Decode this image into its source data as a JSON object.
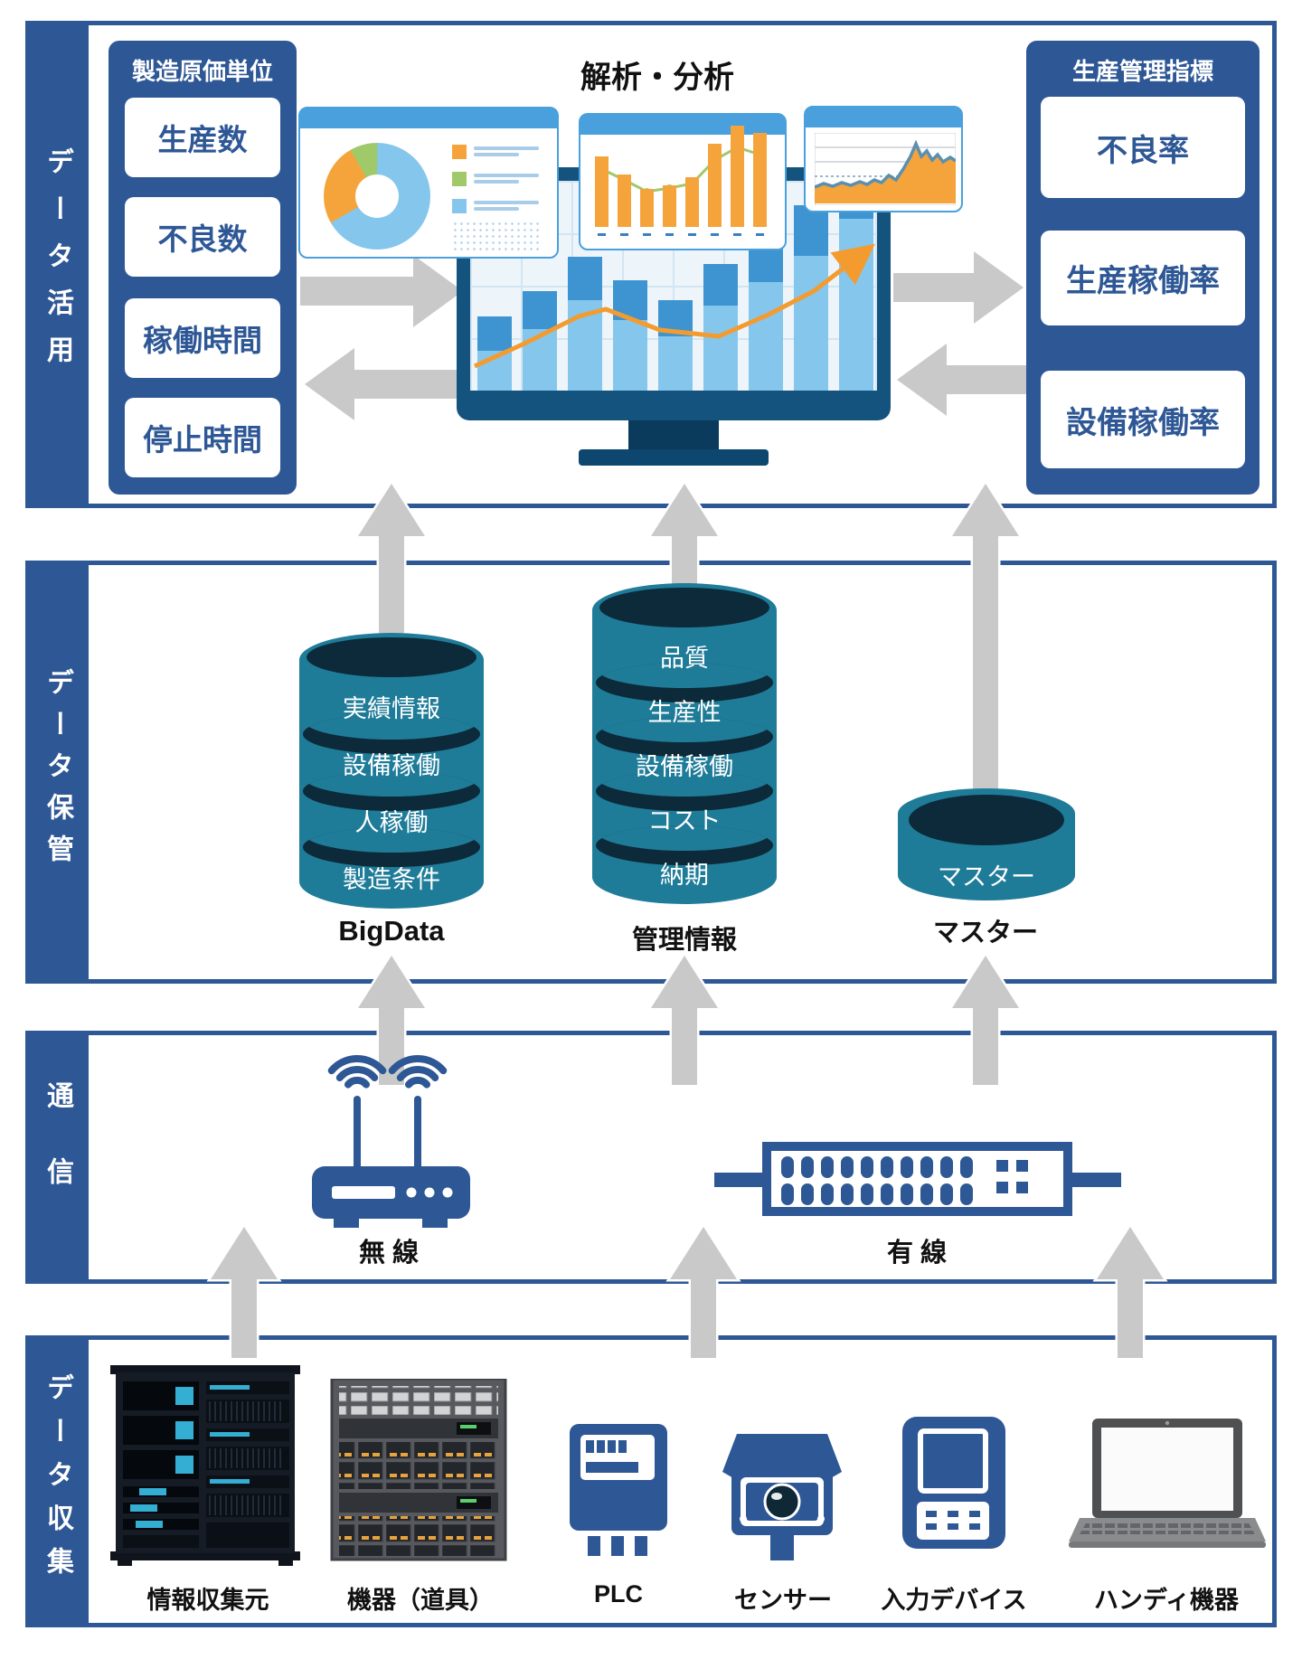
{
  "colors": {
    "panel_blue": "#2e5795",
    "cylinder_teal": "#1f7c99",
    "cylinder_dark": "#0c2a39",
    "arrow_gray": "#c9c9c9",
    "orange": "#f5a43c",
    "green": "#a0c96a",
    "light_blue": "#85c6ec",
    "mid_blue": "#3d94d1",
    "card_header": "#4aa0dc"
  },
  "utilization": {
    "side_label": "データ活用",
    "analysis_title": "解析・分析",
    "cost_panel": {
      "title": "製造原価単位",
      "items": [
        "生産数",
        "不良数",
        "稼働時間",
        "停止時間"
      ]
    },
    "kpi_panel": {
      "title": "生産管理指標",
      "items": [
        "不良率",
        "生産稼働率",
        "設備稼働率"
      ]
    }
  },
  "storage": {
    "side_label": "データ保管",
    "bigdata": {
      "label": "BigData",
      "segments": [
        "実績情報",
        "設備稼働",
        "人稼働",
        "製造条件"
      ]
    },
    "mgmt": {
      "label": "管理情報",
      "segments": [
        "品質",
        "生産性",
        "設備稼働",
        "コスト",
        "納期"
      ]
    },
    "master": {
      "label": "マスター",
      "segment": "マスター"
    }
  },
  "network": {
    "side_label": "通信",
    "wireless": {
      "label": "無 線",
      "icon": "wireless-router-icon"
    },
    "wired": {
      "label": "有 線",
      "icon": "wired-hub-icon"
    }
  },
  "collection": {
    "side_label": "データ収集",
    "devices": [
      {
        "label": "情報収集元",
        "icon": "server-rack-icon"
      },
      {
        "label": "機器（道具）",
        "icon": "equipment-rack-icon"
      },
      {
        "label": "PLC",
        "icon": "plc-icon"
      },
      {
        "label": "センサー",
        "icon": "sensor-camera-icon"
      },
      {
        "label": "入力デバイス",
        "icon": "input-device-icon"
      },
      {
        "label": "ハンディ機器",
        "icon": "laptop-icon"
      }
    ]
  },
  "monitor_chart": {
    "bars": [
      [
        82,
        38
      ],
      [
        110,
        42
      ],
      [
        148,
        48
      ],
      [
        122,
        44
      ],
      [
        100,
        40
      ],
      [
        140,
        46
      ],
      [
        172,
        52
      ],
      [
        205,
        56
      ],
      [
        250,
        60
      ]
    ],
    "line": [
      [
        5,
        205
      ],
      [
        60,
        180
      ],
      [
        120,
        150
      ],
      [
        150,
        142
      ],
      [
        210,
        165
      ],
      [
        275,
        172
      ],
      [
        330,
        148
      ],
      [
        380,
        122
      ],
      [
        432,
        82
      ]
    ]
  },
  "dash_charts": {
    "donut": {
      "slices": [
        {
          "color": "#85c6ec",
          "pct": 66.7
        },
        {
          "color": "#f5a43c",
          "pct": 25
        },
        {
          "color": "#a0c96a",
          "pct": 8.3
        }
      ]
    },
    "bar_line": {
      "bars": [
        78,
        58,
        42,
        46,
        55,
        92,
        112,
        104
      ],
      "line": [
        30,
        42,
        55,
        51,
        46,
        20,
        6,
        14
      ]
    }
  }
}
